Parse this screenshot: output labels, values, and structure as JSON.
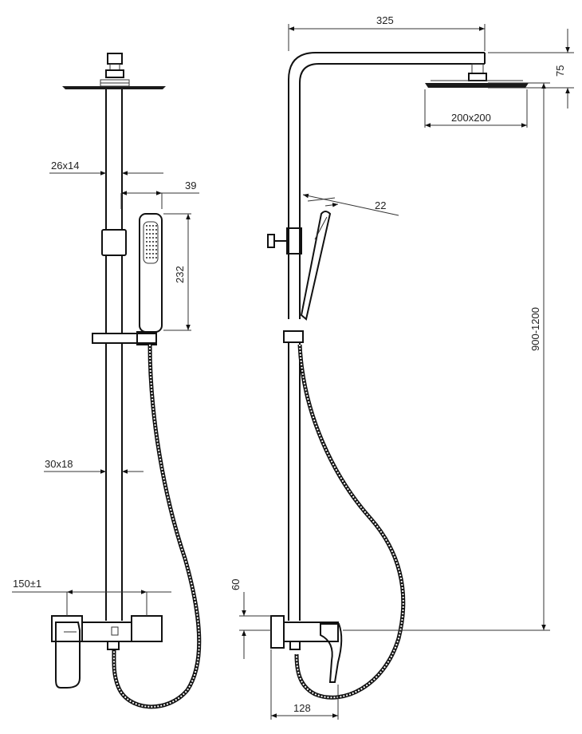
{
  "dimensions": {
    "arm_length": "325",
    "head_drop": "75",
    "head_size": "200x200",
    "upper_tube": "26x14",
    "handshower_width": "39",
    "handshower_length": "232",
    "handshower_angle": "22",
    "height_range": "900-1200",
    "lower_tube": "30x18",
    "connection_spacing": "150±1",
    "mixer_height": "60",
    "mixer_depth": "128"
  }
}
